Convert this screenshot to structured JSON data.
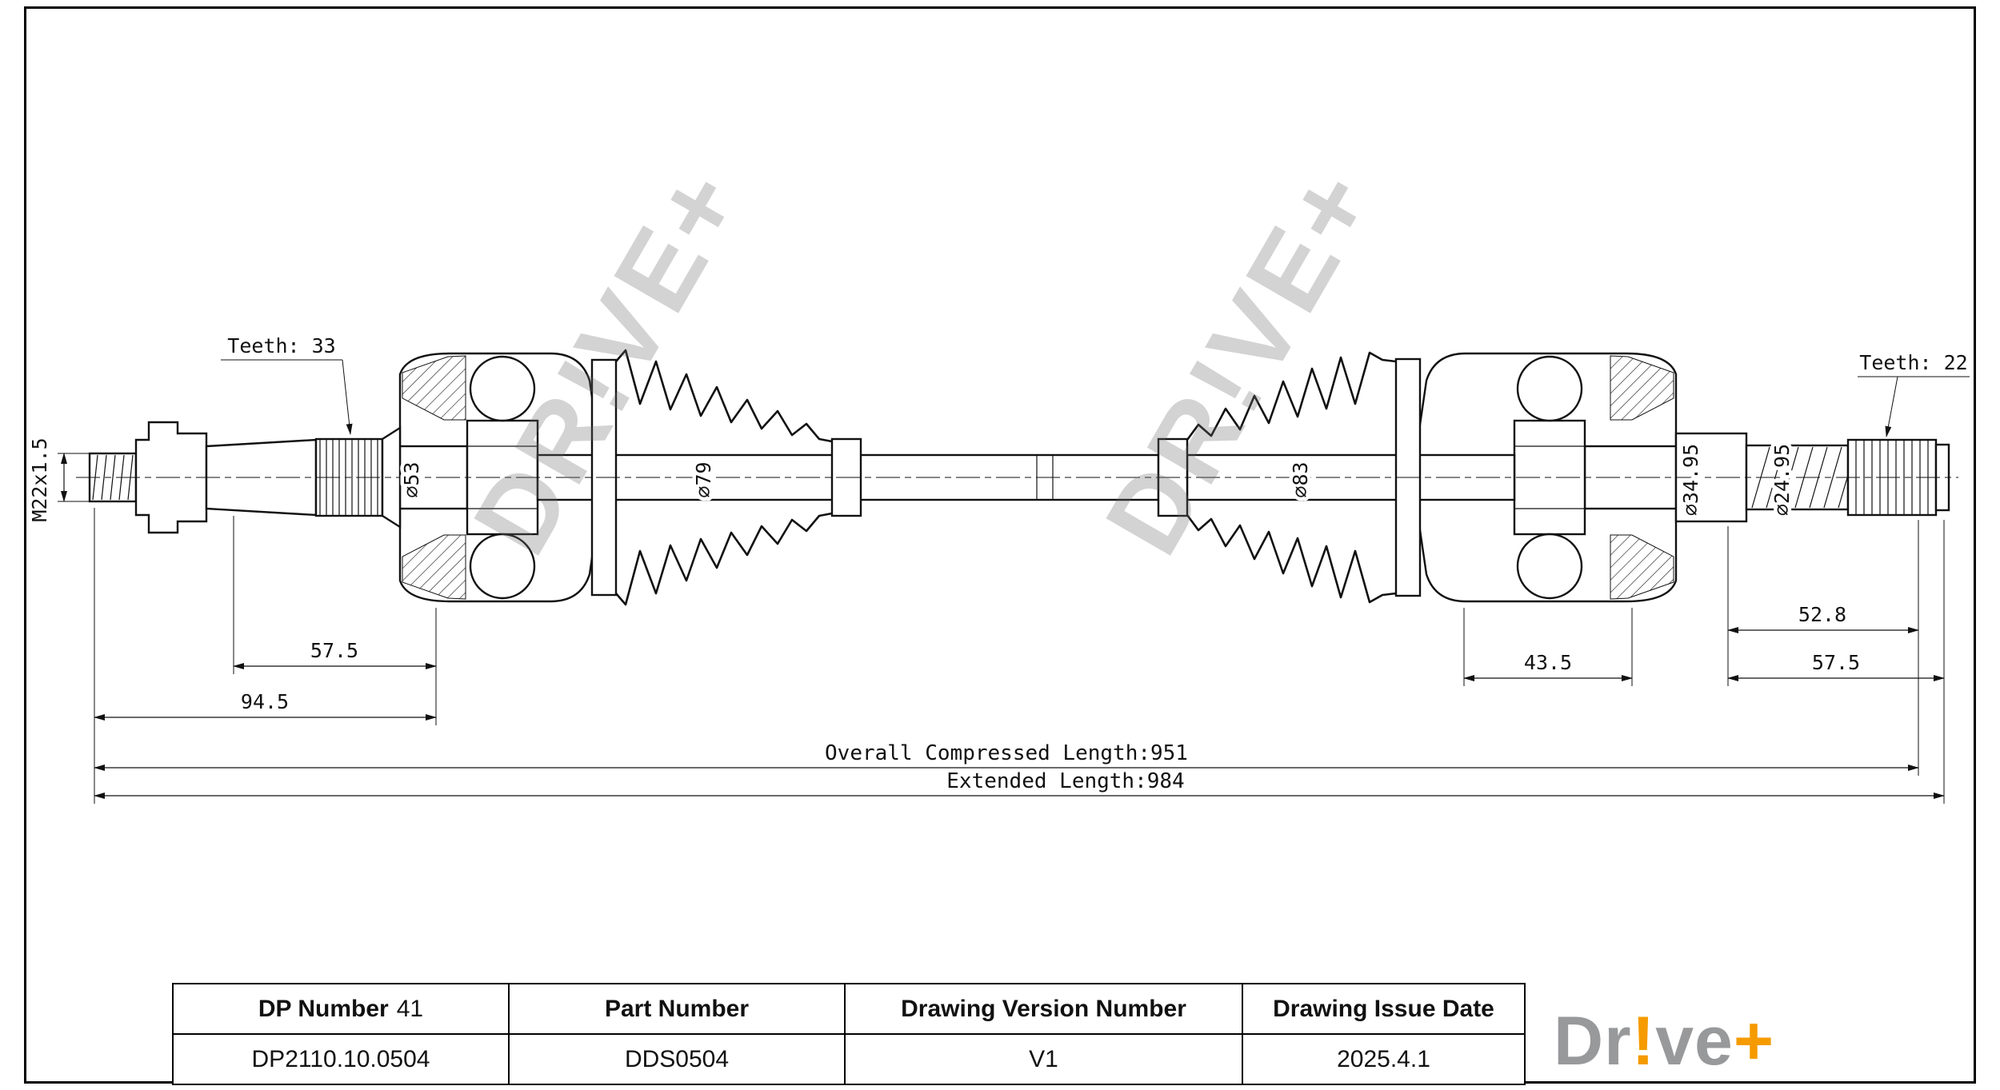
{
  "watermark": {
    "text": "DR!VE+"
  },
  "drawing": {
    "labels": {
      "thread_spec": "M22x1.5",
      "teeth_left": "Teeth: 33",
      "dia_53": "⌀53",
      "dia_79": "⌀79",
      "dia_83": "⌀83",
      "dia_34_95": "⌀34.95",
      "dia_24_95": "⌀24.95",
      "teeth_right": "Teeth: 22"
    },
    "dimensions": {
      "left_spline_len": "57.5",
      "left_stub_len": "94.5",
      "right_joint_len": "43.5",
      "right_spline_len": "52.8",
      "right_stub_len": "57.5",
      "overall_compressed": "Overall Compressed Length:951",
      "extended": "Extended Length:984"
    }
  },
  "title_block": {
    "dp_header": "DP Number",
    "dp_inline": "41",
    "dp_value": "DP2110.10.0504",
    "part_header": "Part Number",
    "part_value": "DDS0504",
    "version_header": "Drawing Version Number",
    "version_value": "V1",
    "date_header": "Drawing Issue Date",
    "date_value": "2025.4.1"
  },
  "logo": {
    "part1": "Dr",
    "bang": "!",
    "part2": "ve",
    "plus": "+"
  }
}
